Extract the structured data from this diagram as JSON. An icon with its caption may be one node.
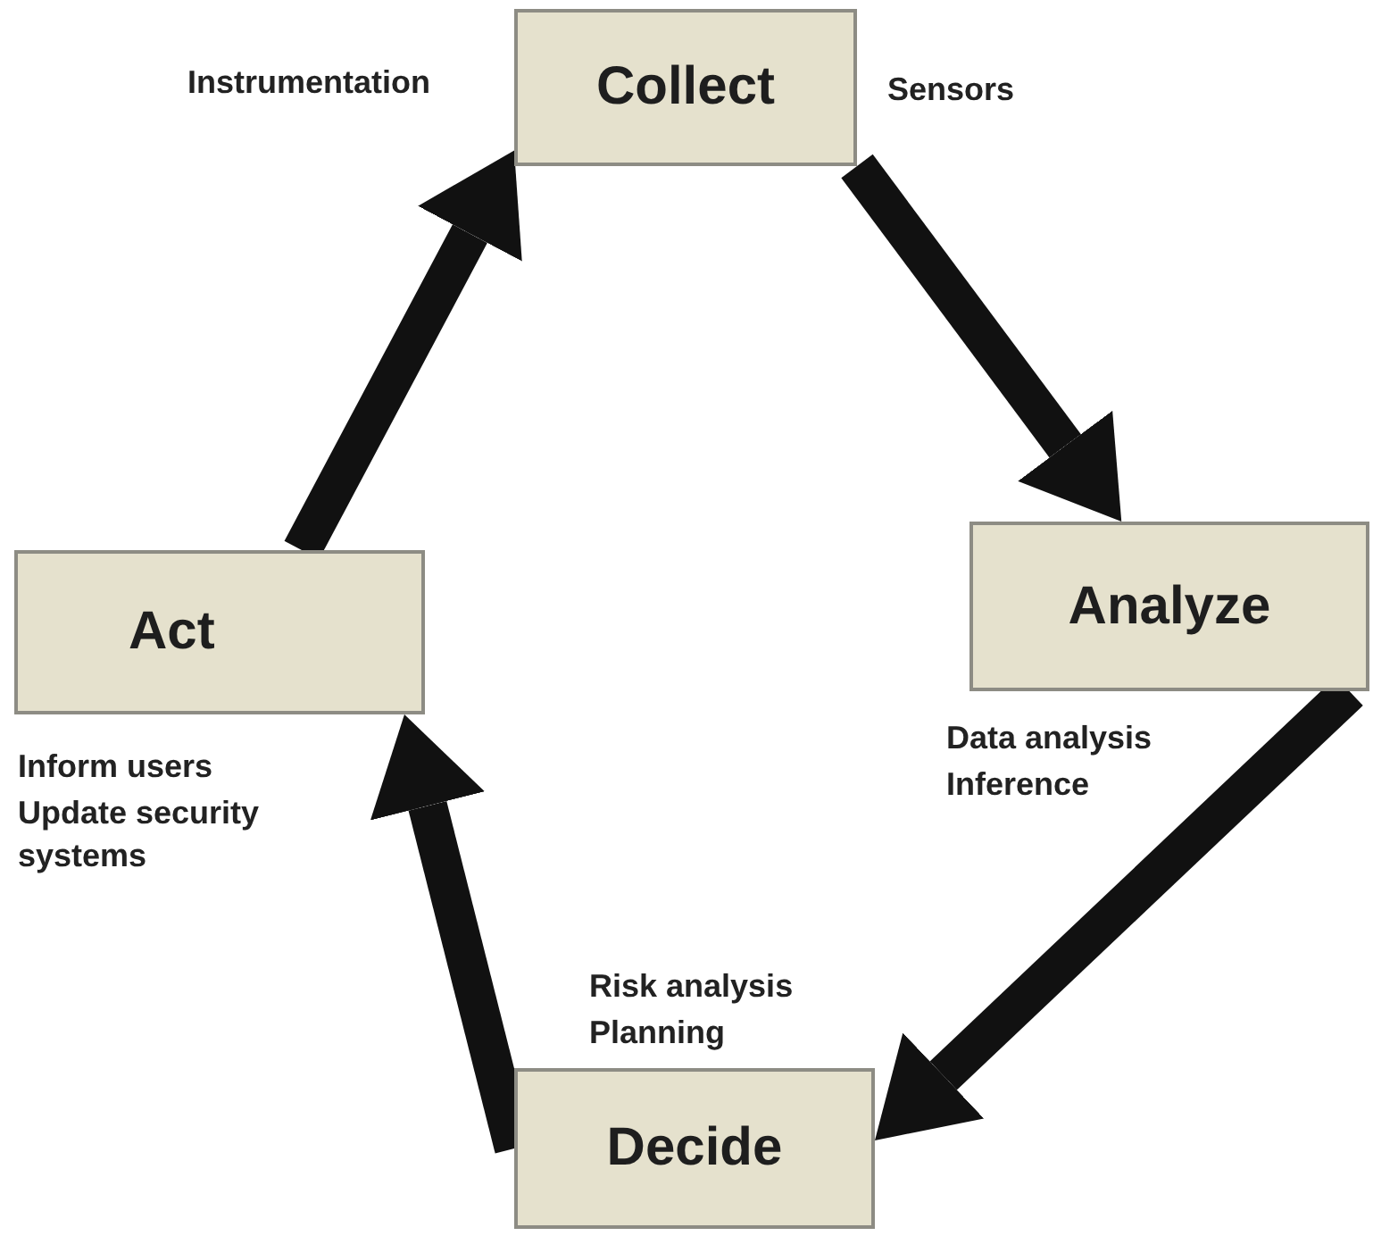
{
  "diagram": {
    "nodes": [
      {
        "text": [
          "Collect"
        ],
        "beside": [
          "Instrumentation",
          "Sensors"
        ]
      },
      {
        "text": [
          "Analyze"
        ],
        "beside": [
          "Data analysis",
          "Inference"
        ]
      },
      {
        "text": [
          "Decide"
        ],
        "beside": [
          "Risk analysis",
          "Planning"
        ]
      },
      {
        "text": [
          "Act"
        ],
        "beside": [
          "Inform users",
          "Update security systems"
        ]
      }
    ],
    "edges": [
      {
        "from": 0,
        "to": 1,
        "arrow": "to"
      },
      {
        "from": 1,
        "to": 2,
        "arrow": "to"
      },
      {
        "from": 2,
        "to": 3,
        "arrow": "to"
      },
      {
        "from": 3,
        "to": 0,
        "arrow": "to"
      }
    ]
  }
}
